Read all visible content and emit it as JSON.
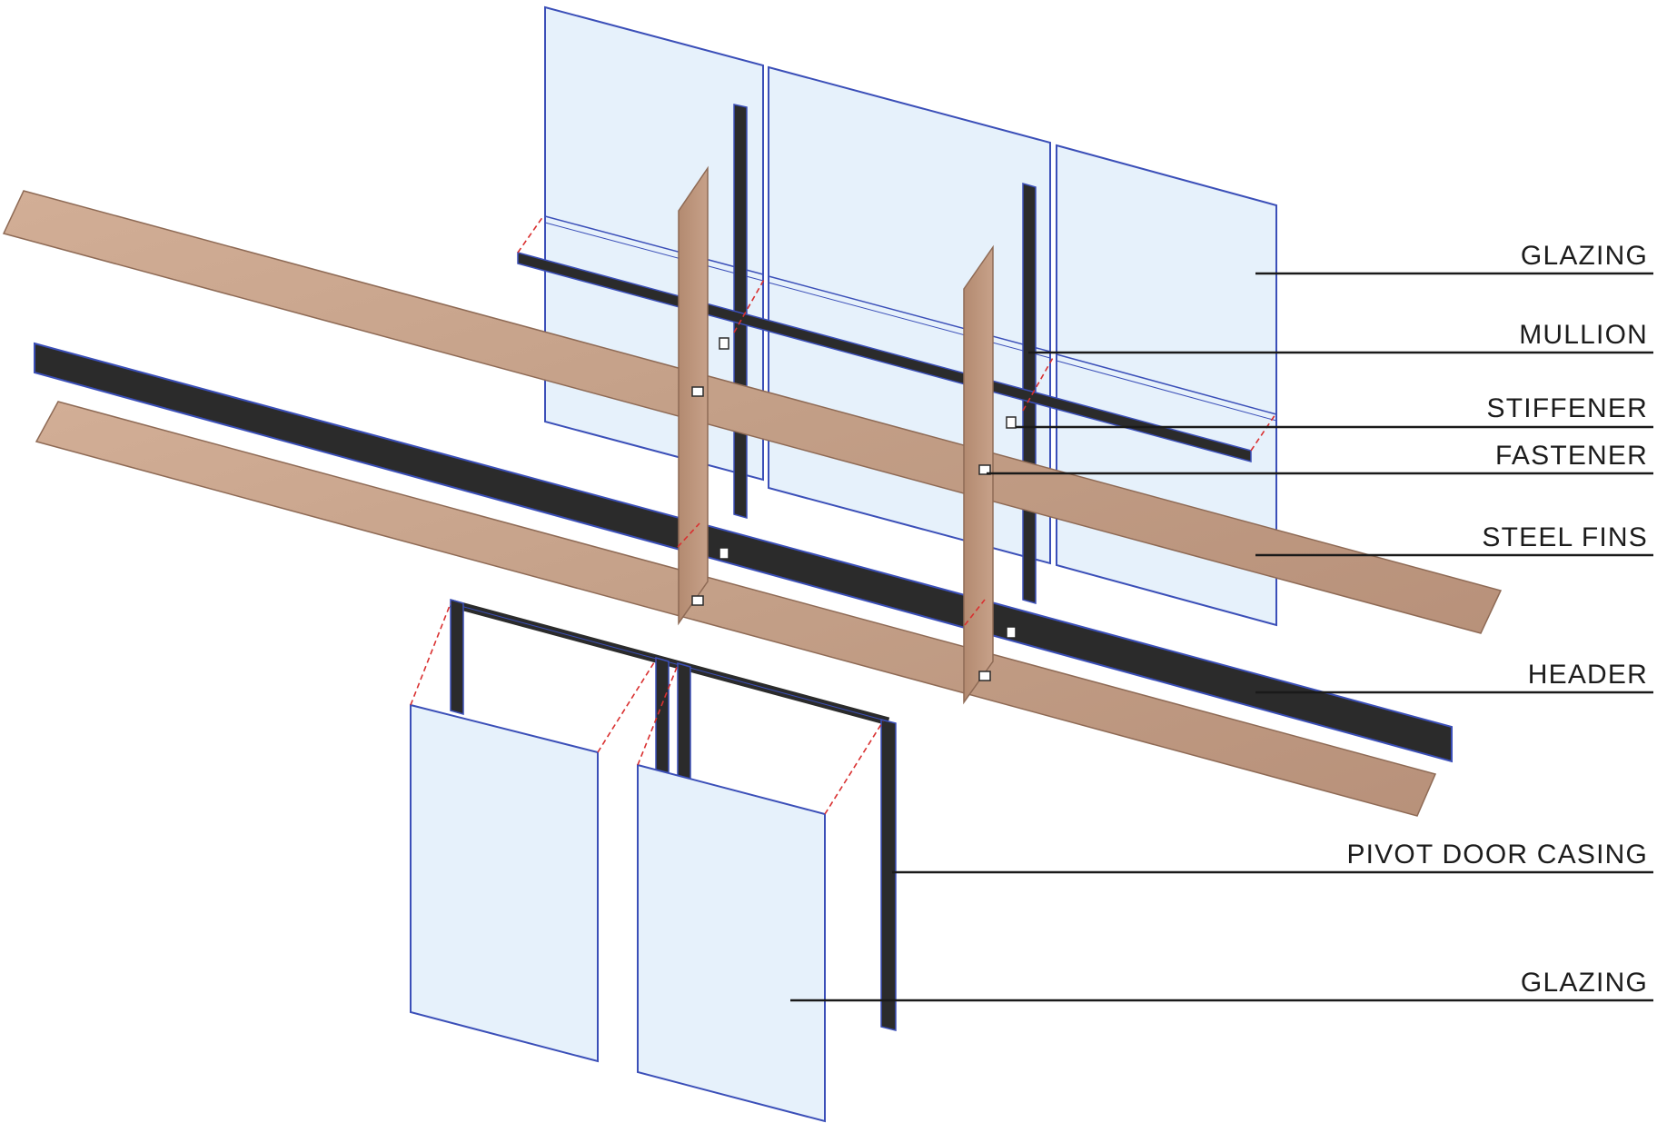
{
  "diagram": {
    "labels": {
      "glazing_top": "GLAZING",
      "mullion": "MULLION",
      "stiffener": "STIFFENER",
      "fastener": "FASTENER",
      "steel_fins": "STEEL FINS",
      "header": "HEADER",
      "pivot_door_casing": "PIVOT DOOR CASING",
      "glazing_bottom": "GLAZING"
    },
    "colors": {
      "glass_fill": "#e6f1fb",
      "glass_edge": "#3b4fb8",
      "steel": "#c9a58c",
      "steel_edge": "#8e6a55",
      "dark_member": "#2b2b2b",
      "leader": "#1a1a1a",
      "dashed": "#d93030"
    }
  }
}
